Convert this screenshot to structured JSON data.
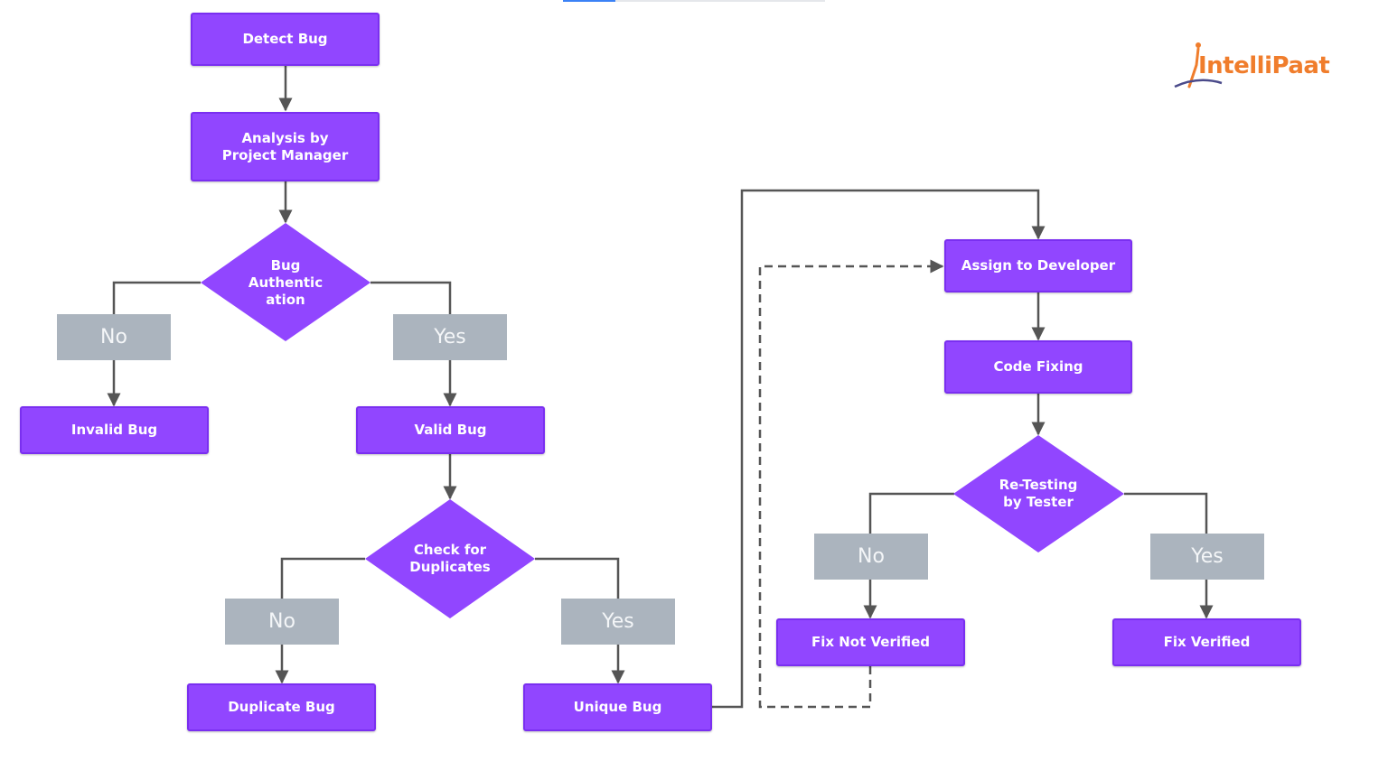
{
  "brand": {
    "name": "IntelliPaat",
    "color": "#f07d2c"
  },
  "colors": {
    "process": "#9146ff",
    "label": "#abb4be",
    "line": "#555555"
  },
  "nodes": {
    "detect_bug": "Detect Bug",
    "analysis_pm": "Analysis by Project Manager",
    "bug_authentication": "Bug Authentic ation",
    "invalid_bug": "Invalid Bug",
    "valid_bug": "Valid Bug",
    "check_duplicates": "Check for Duplicates",
    "duplicate_bug": "Duplicate Bug",
    "unique_bug": "Unique Bug",
    "assign_developer": "Assign to Developer",
    "code_fixing": "Code Fixing",
    "retesting": "Re-Testing by Tester",
    "fix_not_verified": "Fix Not Verified",
    "fix_verified": "Fix Verified"
  },
  "labels": {
    "auth_no": "No",
    "auth_yes": "Yes",
    "dup_no": "No",
    "dup_yes": "Yes",
    "retest_no": "No",
    "retest_yes": "Yes"
  }
}
